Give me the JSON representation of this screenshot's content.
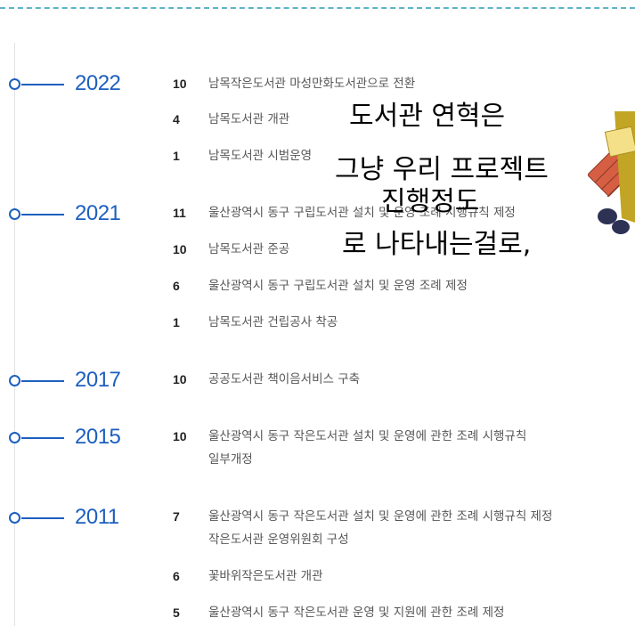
{
  "timeline": [
    {
      "year": "2022",
      "items": [
        {
          "month": "10",
          "text": "남목작은도서관 마성만화도서관으로 전환"
        },
        {
          "month": "4",
          "text": "남목도서관 개관"
        },
        {
          "month": "1",
          "text": "남목도서관 시범운영"
        }
      ]
    },
    {
      "year": "2021",
      "items": [
        {
          "month": "11",
          "text": "울산광역시 동구 구립도서관 설치 및 운영 조례 시행규칙 제정"
        },
        {
          "month": "10",
          "text": "남목도서관 준공"
        },
        {
          "month": "6",
          "text": "울산광역시 동구 구립도서관 설치 및 운영 조례 제정"
        },
        {
          "month": "1",
          "text": "남목도서관 건립공사 착공"
        }
      ]
    },
    {
      "year": "2017",
      "items": [
        {
          "month": "10",
          "text": "공공도서관 책이음서비스 구축"
        }
      ]
    },
    {
      "year": "2015",
      "items": [
        {
          "month": "10",
          "text": "울산광역시 동구 작은도서관 설치 및 운영에 관한 조례 시행규칙",
          "text2": "일부개정"
        }
      ]
    },
    {
      "year": "2011",
      "items": [
        {
          "month": "7",
          "text": "울산광역시 동구 작은도서관 설치 및 운영에 관한 조례 시행규칙 제정",
          "text2": "작은도서관 운영위원회 구성"
        },
        {
          "month": "6",
          "text": "꽃바위작은도서관 개관"
        },
        {
          "month": "5",
          "text": "울산광역시 동구 작은도서관 운영 및 지원에 관한 조례 제정"
        }
      ]
    }
  ],
  "handwritten_note": {
    "lines": [
      "도서관 연혁은",
      "그냥 우리 프로젝트",
      "진행정도",
      "로 나타내는걸로,"
    ]
  },
  "colors": {
    "accent": "#1d5fbf",
    "dash": "#5fb3c9",
    "ink": "#000000"
  }
}
